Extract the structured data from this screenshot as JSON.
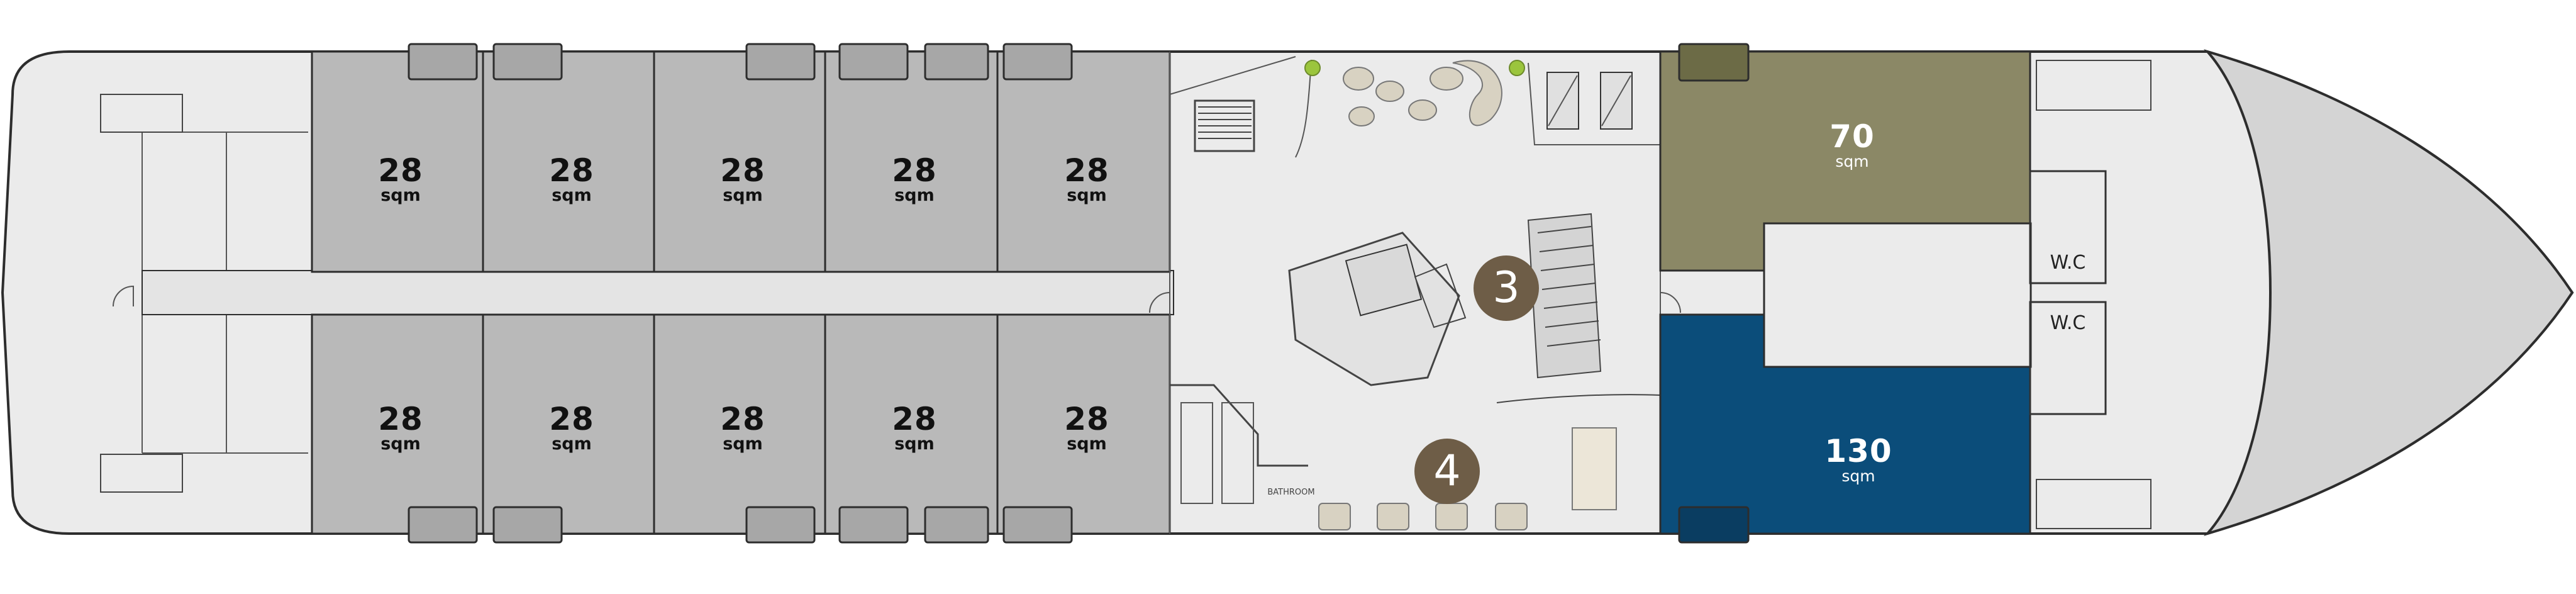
{
  "colors": {
    "deck": "#ebebeb",
    "cabin": "#b9b9b9",
    "outline": "#2d2d2d",
    "suite_olive": "#8b8866",
    "suite_blue": "#0b4d7a",
    "badge": "#6e5d47",
    "window": "#a7a7a7",
    "window_olive": "#6c6b46",
    "window_blue": "#0a3d61",
    "bow": "#d4d4d4"
  },
  "cabins": {
    "top": [
      {
        "area": "28",
        "unit": "sqm"
      },
      {
        "area": "28",
        "unit": "sqm"
      },
      {
        "area": "28",
        "unit": "sqm"
      },
      {
        "area": "28",
        "unit": "sqm"
      },
      {
        "area": "28",
        "unit": "sqm"
      }
    ],
    "bottom": [
      {
        "area": "28",
        "unit": "sqm"
      },
      {
        "area": "28",
        "unit": "sqm"
      },
      {
        "area": "28",
        "unit": "sqm"
      },
      {
        "area": "28",
        "unit": "sqm"
      },
      {
        "area": "28",
        "unit": "sqm"
      }
    ]
  },
  "suites": [
    {
      "area": "70",
      "unit": "sqm"
    },
    {
      "area": "130",
      "unit": "sqm"
    }
  ],
  "markers": [
    "3",
    "4"
  ],
  "wc_labels": [
    "W.C",
    "W.C"
  ],
  "bathroom_label": "BATHROOM"
}
